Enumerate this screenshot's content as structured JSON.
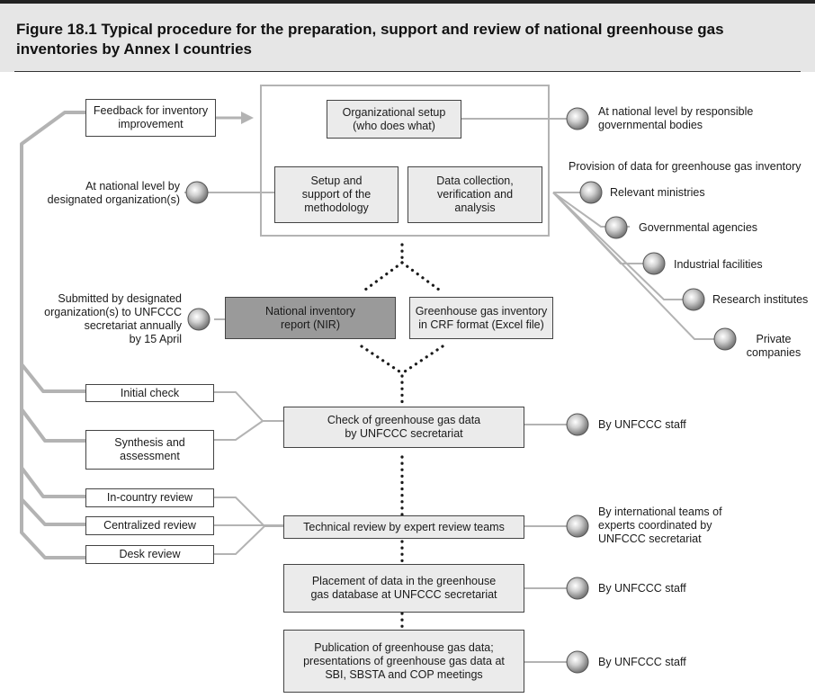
{
  "figure": {
    "title": "Figure 18.1 Typical procedure for the preparation, support and review of national greenhouse gas inventories by Annex I countries"
  },
  "boxes": {
    "feedback": "Feedback for inventory\nimprovement",
    "org_setup": "Organizational setup\n(who does what)",
    "methodology": "Setup and\nsupport of the\nmethodology",
    "data_collection": "Data collection,\nverification and\nanalysis",
    "nir": "National inventory\nreport (NIR)",
    "crf": "Greenhouse gas inventory\nin CRF format (Excel file)",
    "initial_check": "Initial check",
    "synthesis": "Synthesis and\nassessment",
    "check_ghg": "Check of greenhouse gas data\nby UNFCCC secretariat",
    "in_country": "In-country review",
    "centralized": "Centralized review",
    "desk": "Desk review",
    "technical_review": "Technical review by expert review teams",
    "placement": "Placement of data in the greenhouse\ngas database at UNFCCC secretariat",
    "publication": "Publication of greenhouse gas data;\npresentations of greenhouse gas data at\nSBI, SBSTA and COP meetings"
  },
  "labels": {
    "national_level_bodies": "At national level by responsible\ngovernmental bodies",
    "national_level_org": "At national level by\ndesignated organization(s)",
    "provision": "Provision of data for greenhouse gas inventory",
    "ministries": "Relevant ministries",
    "agencies": "Governmental agencies",
    "industrial": "Industrial facilities",
    "research": "Research institutes",
    "private": "Private\ncompanies",
    "submitted": "Submitted by designated\norganization(s) to UNFCCC\nsecretariat annually\nby 15 April",
    "staff_check": "By UNFCCC staff",
    "international_teams": "By international teams of\nexperts coordinated by\nUNFCCC secretariat",
    "staff_placement": "By UNFCCC staff",
    "staff_publication": "By UNFCCC staff"
  },
  "colors": {
    "connector": "#b3b3b3",
    "box_light": "#ebebeb",
    "box_dark": "#9a9a9a",
    "title_band": "#e6e6e6"
  }
}
